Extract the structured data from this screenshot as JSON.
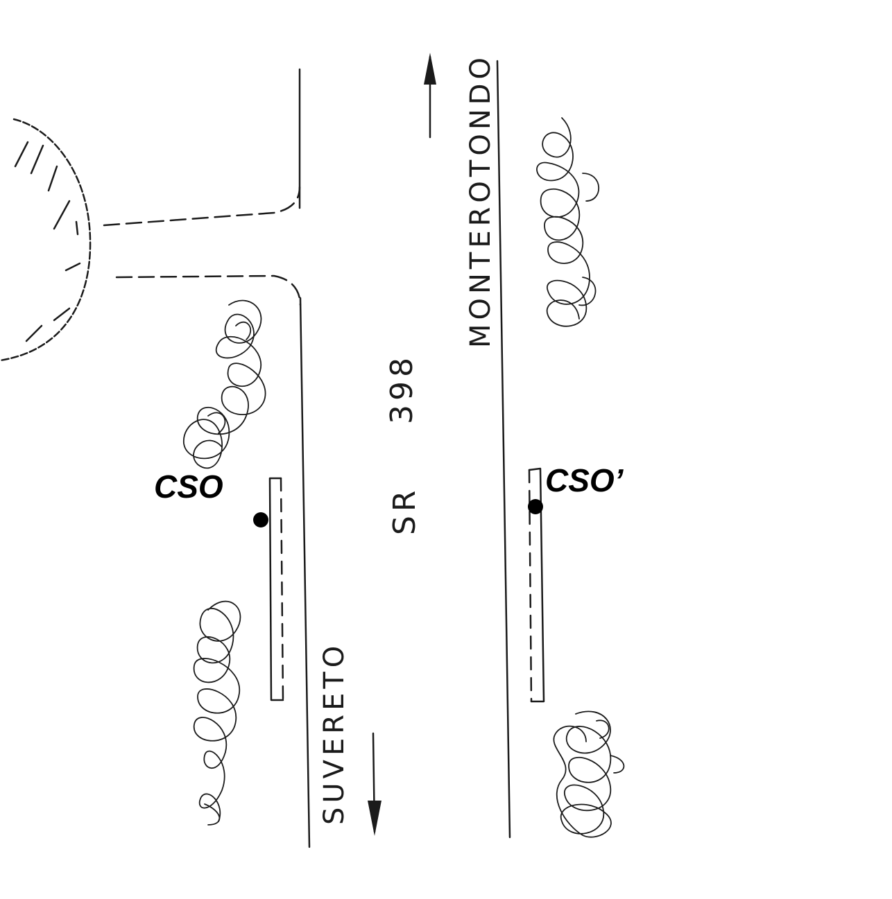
{
  "road": {
    "name_prefix": "SR",
    "name_number": "398"
  },
  "directions": {
    "north": "MONTEROTONDO",
    "south": "SUVERETO"
  },
  "bus_stops": {
    "left": "CSO",
    "right": "CSO’"
  },
  "icons": {
    "north_arrow": "arrow-up-icon",
    "south_arrow": "arrow-down-icon",
    "stop_marker": "filled-dot-icon",
    "vegetation": "shrub-scribble-icon",
    "roundabout": "roundabout-icon"
  },
  "colors": {
    "ink": "#1a1a1a",
    "paper": "#ffffff"
  }
}
